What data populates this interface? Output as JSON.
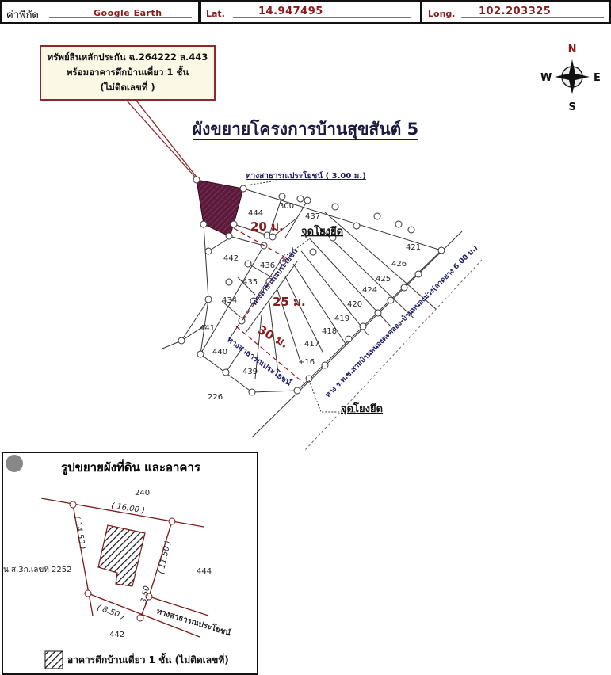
{
  "header": {
    "coord_label": "ค่าพิกัด",
    "coord_source": "Google Earth",
    "lat_label": "Lat.",
    "lat_value": "14.947495",
    "long_label": "Long.",
    "long_value": "102.203325"
  },
  "callout": {
    "line1": "ทรัพย์สินหลักประกัน ฉ.264222  ล.443",
    "line2": "พร้อมอาคารตึกบ้านเดี่ยว 1 ชั้น",
    "line3": "(ไม่ติดเลขที่ )"
  },
  "compass": {
    "n": "N",
    "s": "S",
    "e": "E",
    "w": "W"
  },
  "title": "ผังขยายโครงการบ้านสุขสันต์ 5",
  "map": {
    "public_path_top": "ทางสาธารณประโยชน์ ( 3.00 ม.)",
    "public_path": "ทางสาธารณประโยชน์",
    "road": "ทาง ร.พ.ช.สายบ้านหนองตะคลอง-บ้านหนองม่วง(ลาดยาง 6.00 ม.)",
    "tie_point": "จุดโยงยึด",
    "dist_20": "20 ม.",
    "dist_25": "25 ม.",
    "dist_30": "30 ม.",
    "plots": [
      "444",
      "300",
      "437",
      "421",
      "426",
      "425",
      "424",
      "420",
      "419",
      "418",
      "417",
      "+16",
      "442",
      "436",
      "435",
      "434",
      "441",
      "440",
      "439",
      "226"
    ],
    "subject_color": "#5a1a3a",
    "accent_color": "#8b1a1a"
  },
  "inset": {
    "title": "รูปขยายผังที่ดิน และอาคาร",
    "north_plot": "240",
    "east_plot": "444",
    "south_plot": "442",
    "west_plot": "น.ส.3ก.เลขที่ 2252",
    "dim_top": "( 16.00 )",
    "dim_left": "( 14.50 )",
    "dim_right": "( 11.50 )",
    "dim_bottom": "( 8.50 )",
    "dim_short": "3.50",
    "path_label": "ทางสาธารณประโยชน์",
    "legend": "อาคารตึกบ้านเดี่ยว 1 ชั้น (ไม่ติดเลขที่)"
  }
}
